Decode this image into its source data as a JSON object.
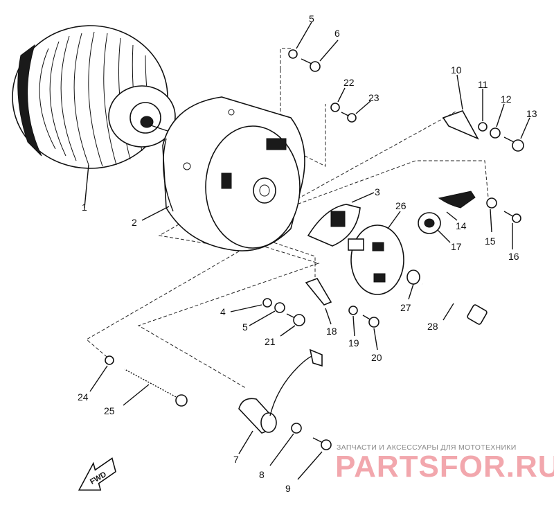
{
  "diagram": {
    "parts": [
      {
        "number": "1"
      },
      {
        "number": "2"
      },
      {
        "number": "3"
      },
      {
        "number": "4"
      },
      {
        "number": "5"
      },
      {
        "number": "5"
      },
      {
        "number": "6"
      },
      {
        "number": "7"
      },
      {
        "number": "8"
      },
      {
        "number": "9"
      },
      {
        "number": "10"
      },
      {
        "number": "11"
      },
      {
        "number": "12"
      },
      {
        "number": "13"
      },
      {
        "number": "14"
      },
      {
        "number": "15"
      },
      {
        "number": "16"
      },
      {
        "number": "17"
      },
      {
        "number": "18"
      },
      {
        "number": "19"
      },
      {
        "number": "20"
      },
      {
        "number": "21"
      },
      {
        "number": "22"
      },
      {
        "number": "23"
      },
      {
        "number": "24"
      },
      {
        "number": "25"
      },
      {
        "number": "26"
      },
      {
        "number": "27"
      },
      {
        "number": "28"
      }
    ],
    "direction_label": "FWD"
  },
  "watermark": {
    "tagline": "ЗАПЧАСТИ И АКСЕССУАРЫ ДЛЯ МОТОТЕХНИКИ",
    "brand": "PARTSFOR.RU",
    "color": "#f2a7ad"
  }
}
